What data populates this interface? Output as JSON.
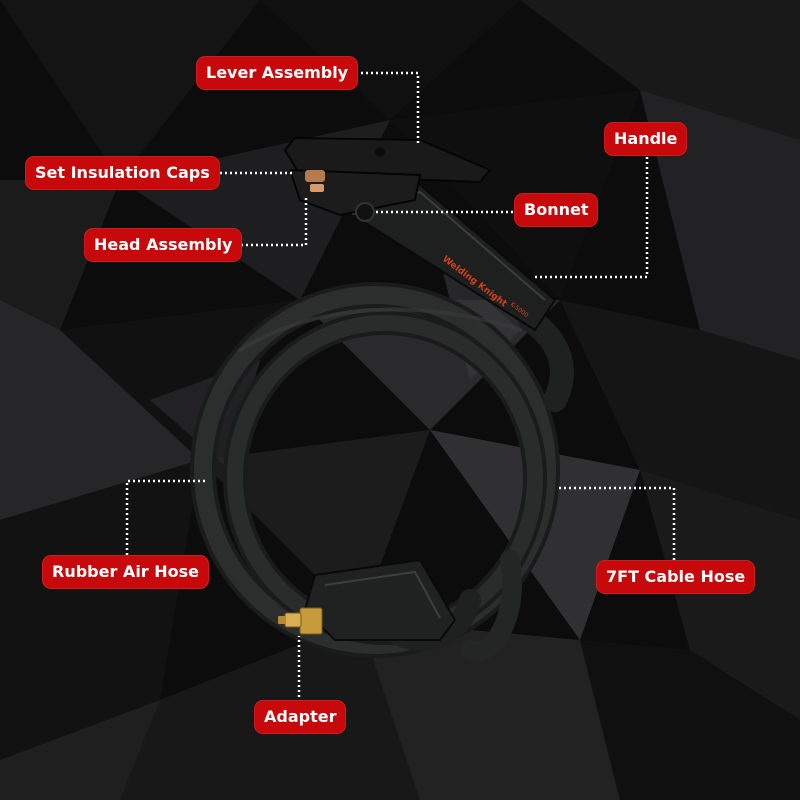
{
  "callouts": {
    "lever_assembly": "Lever Assembly",
    "handle": "Handle",
    "set_insulation_caps": "Set Insulation Caps",
    "bonnet": "Bonnet",
    "head_assembly": "Head Assembly",
    "rubber_air_hose": "Rubber Air Hose",
    "cable_hose": "7FT Cable Hose",
    "adapter": "Adapter"
  },
  "handle_branding": {
    "brand": "Welding Knight",
    "model": "K-5000"
  },
  "colors": {
    "label_background": "#c8090c",
    "label_text": "#ffffff",
    "leader_line": "#ffffff",
    "page_background": "#0b0b0c",
    "hose": "#222424",
    "brand_text": "#d2401a",
    "adapter_brass": "#c79a3c"
  }
}
